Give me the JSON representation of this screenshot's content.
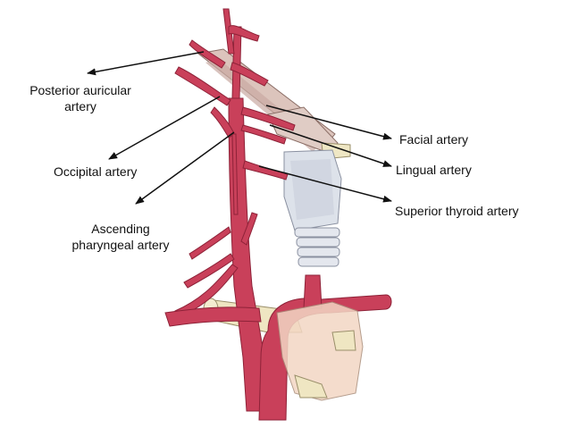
{
  "labels": {
    "posterior_auricular_1": "Posterior auricular",
    "posterior_auricular_2": "artery",
    "occipital": "Occipital artery",
    "ascending_pharyngeal_1": "Ascending",
    "ascending_pharyngeal_2": "pharyngeal artery",
    "facial": "Facial artery",
    "lingual": "Lingual artery",
    "superior_thyroid": "Superior thyroid artery"
  },
  "colors": {
    "artery": "#c9405a",
    "artery_dark": "#8e2238",
    "artery_light": "#e88a9a",
    "cartilage": "#dfe3ea",
    "bone": "#eee6c8",
    "muscle": "#d8c0b8",
    "arrow": "#111111"
  }
}
